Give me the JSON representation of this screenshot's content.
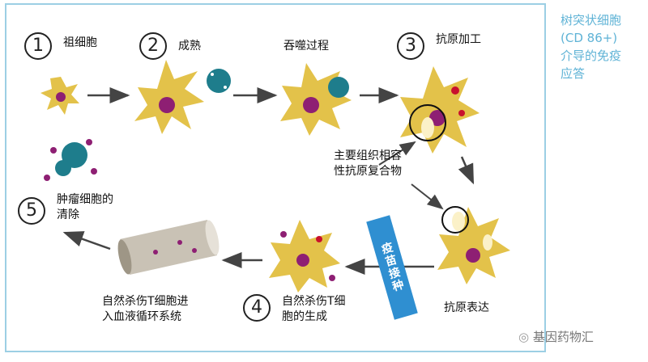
{
  "title": "树突状细胞\n(CD 86+)\n介导的免疫\n应答",
  "steps": {
    "s1": {
      "num": "1",
      "label": "祖细胞"
    },
    "s2": {
      "num": "2",
      "label": "成熟"
    },
    "s3a": {
      "label": "吞噬过程"
    },
    "s3": {
      "num": "3",
      "label": "抗原加工"
    },
    "mhc": {
      "label": "主要组织相容\n性抗原复合物"
    },
    "present": {
      "label": "抗原表达"
    },
    "s4": {
      "num": "4",
      "label": "自然杀伤T细\n胞的生成"
    },
    "blood": {
      "label": "自然杀伤T细胞进\n入血液循环系统"
    },
    "s5": {
      "num": "5",
      "label": "肿瘤细胞的\n清除"
    }
  },
  "vaccine": "疫苗接种",
  "watermark": "基因药物汇",
  "colors": {
    "cell": "#e3c24a",
    "nucleus": "#8e1f73",
    "tumor": "#1e7d8c",
    "frame": "#9ccfe4",
    "accent": "#5fb3d6",
    "vaccine": "#2f8fd1",
    "arrow": "#444444"
  }
}
